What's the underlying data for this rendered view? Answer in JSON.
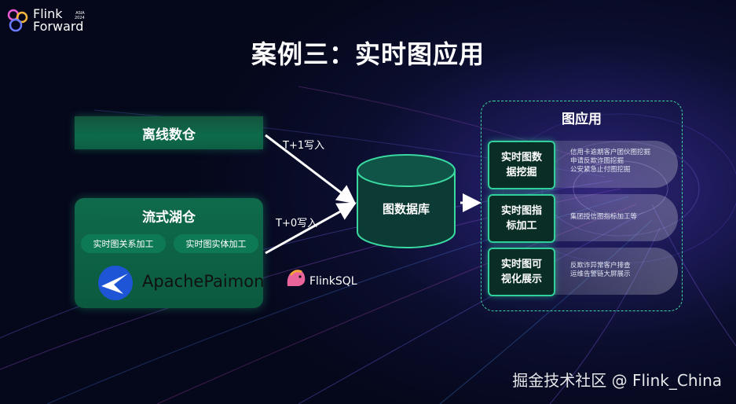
{
  "logo": {
    "name": "Flink\nForward",
    "line1": "Flink",
    "line2": "Forward",
    "sub1": "ASIA",
    "sub2": "2024"
  },
  "title": "案例三：实时图应用",
  "offline": {
    "label": "离线数仓"
  },
  "stream": {
    "label": "流式湖仓",
    "pills": [
      "实时图关系加工",
      "实时图实体加工"
    ],
    "brand": "ApachePaimon"
  },
  "arrows": {
    "top_label": "T+1写入",
    "bottom_label": "T+0写入"
  },
  "flink_sql": "FlinkSQL",
  "db": {
    "label": "图数据库"
  },
  "apps": {
    "title": "图应用",
    "items": [
      {
        "name_l1": "实时图数",
        "name_l2": "据挖掘",
        "desc": [
          "信用卡逾期客户团伙图挖掘",
          "申请反欺诈图挖掘",
          "公安紧急止付图挖掘"
        ]
      },
      {
        "name_l1": "实时图指",
        "name_l2": "标加工",
        "desc": [
          "集团授信图指标加工等"
        ]
      },
      {
        "name_l1": "实时图可",
        "name_l2": "视化展示",
        "desc": [
          "反欺诈异常客户排查",
          "运维告警链大屏展示"
        ]
      }
    ]
  },
  "watermark": "掘金技术社区 @ Flink_China",
  "colors": {
    "accent_green": "#2fd09a",
    "box_green": "#0d6b4c"
  }
}
